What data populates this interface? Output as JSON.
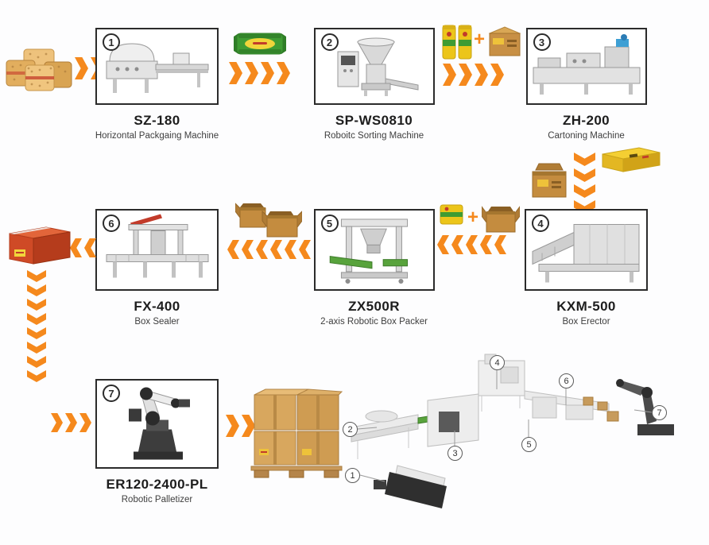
{
  "colors": {
    "accent": "#F5891D",
    "box_border": "#2B2B2B"
  },
  "machines": [
    {
      "num": "1",
      "model": "SZ-180",
      "desc": "Horizontal Packgaing Machine"
    },
    {
      "num": "2",
      "model": "SP-WS0810",
      "desc": "Roboitc Sorting Machine"
    },
    {
      "num": "3",
      "model": "ZH-200",
      "desc": "Cartoning Machine"
    },
    {
      "num": "4",
      "model": "KXM-500",
      "desc": "Box Erector"
    },
    {
      "num": "5",
      "model": "ZX500R",
      "desc": "2-axis Robotic Box Packer"
    },
    {
      "num": "6",
      "model": "FX-400",
      "desc": "Box Sealer"
    },
    {
      "num": "7",
      "model": "ER120-2400-PL",
      "desc": "Robotic Palletizer"
    }
  ],
  "plus_sign": "+",
  "overview_callouts": [
    "1",
    "2",
    "3",
    "4",
    "5",
    "6",
    "7"
  ]
}
